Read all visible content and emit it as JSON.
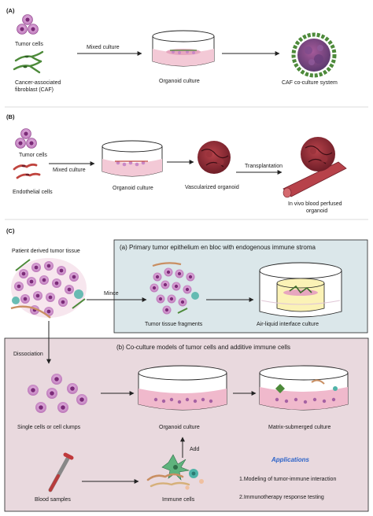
{
  "panel_a": {
    "header": "(A)",
    "tumor_cells": "Tumor cells",
    "caf_line1": "Cancer-associated",
    "caf_line2": "fibroblast (CAF)",
    "mixed_culture": "Mixed culture",
    "organoid_culture": "Organoid culture",
    "caf_system": "CAF co-culture system"
  },
  "panel_b": {
    "header": "(B)",
    "tumor_cells": "Tumor cells",
    "endothelial": "Endothelial cells",
    "mixed_culture": "Mixed culture",
    "organoid_culture": "Organoid culture",
    "vascularized": "Vascularized organoid",
    "transplantation": "Transplantation",
    "invivo_line1": "In vivo blood perfused",
    "invivo_line2": "organoid"
  },
  "panel_c": {
    "header": "(C)",
    "patient_tissue": "Patient derived tumor tissue",
    "box_a_title": "(a) Primary tumor epithelium en bloc with endogenous immune stroma",
    "mince": "Mince",
    "fragments": "Tumor tissue fragments",
    "air_liquid": "Air-liquid interface culture",
    "dissociation": "Dissociation",
    "box_b_title": "(b) Co-culture models of tumor cells and additive immune cells",
    "single_cells": "Single cells or cell clumps",
    "organoid_culture": "Organoid culture",
    "matrix_culture": "Matrix-submerged culture",
    "add": "Add",
    "blood": "Blood samples",
    "immune": "Immune cells",
    "applications_title": "Applications",
    "app1": "1.Modeling of tumor-immune interaction",
    "app2": "2.Immunotherapy response testing"
  },
  "colors": {
    "box_a_fill": "#dbe7ea",
    "box_b_fill": "#e9d9de",
    "cell_outer": "#c987c6",
    "cell_inner": "#7b2b78",
    "caf_green": "#4d8a3a",
    "endothelial_red": "#c0453f",
    "dish_fill": "#f3c9d6",
    "applications": "#2a62c8"
  }
}
